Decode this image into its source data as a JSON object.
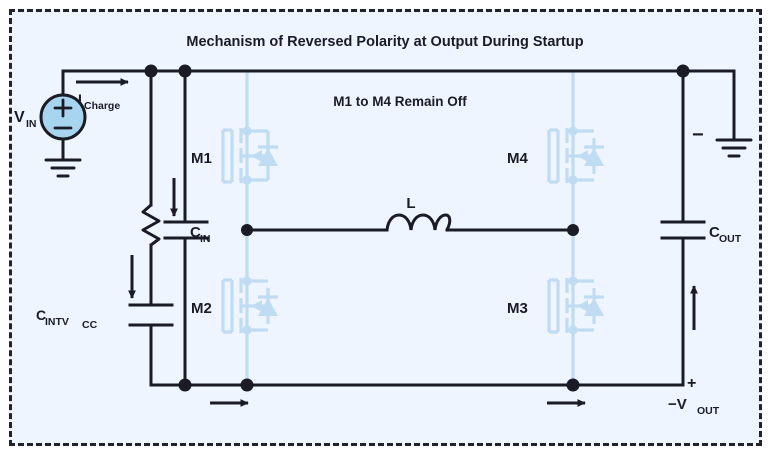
{
  "figure": {
    "title": "Mechanism of Reversed Polarity at Output During Startup",
    "subtitle": "M1 to M4 Remain Off",
    "background_color": "#eef5fe",
    "border_color": "#22222b",
    "wire_color": "#1b1b26",
    "inactive_device_color": "#bfdcf2",
    "source_fill_color": "#a7d4ef"
  },
  "labels": {
    "vin": "V",
    "vin_sub": "IN",
    "icharge": "I",
    "icharge_sub": "Charge",
    "m1": "M1",
    "m2": "M2",
    "m3": "M3",
    "m4": "M4",
    "cin": "C",
    "cin_sub": "IN",
    "cout": "C",
    "cout_sub": "OUT",
    "cintvcc": "C",
    "cintvcc_sub": "INTV",
    "cintvcc_sub2": "CC",
    "inductor": "L",
    "vout_neg": "−V",
    "vout_sub": "OUT",
    "plus_sign": "+",
    "minus_sign": "−",
    "source_plus": "+",
    "source_minus": "−"
  },
  "components": [
    {
      "name": "voltage-source",
      "label": "V_IN",
      "type": "dc-source"
    },
    {
      "name": "current-arrow-charge",
      "label": "I_Charge",
      "type": "current-arrow",
      "direction": "right"
    },
    {
      "name": "resistor-intvcc",
      "type": "resistor"
    },
    {
      "name": "capacitor-cintvcc",
      "label": "C_INTVCC",
      "type": "capacitor"
    },
    {
      "name": "capacitor-cin",
      "label": "C_IN",
      "type": "capacitor"
    },
    {
      "name": "mosfet-m1",
      "label": "M1",
      "type": "nmos",
      "state": "off"
    },
    {
      "name": "mosfet-m2",
      "label": "M2",
      "type": "nmos",
      "state": "off"
    },
    {
      "name": "mosfet-m3",
      "label": "M3",
      "type": "nmos",
      "state": "off"
    },
    {
      "name": "mosfet-m4",
      "label": "M4",
      "type": "nmos",
      "state": "off"
    },
    {
      "name": "inductor-l",
      "label": "L",
      "type": "inductor"
    },
    {
      "name": "capacitor-cout",
      "label": "C_OUT",
      "type": "capacitor"
    },
    {
      "name": "ground-input",
      "type": "ground"
    },
    {
      "name": "ground-output",
      "type": "ground"
    }
  ]
}
